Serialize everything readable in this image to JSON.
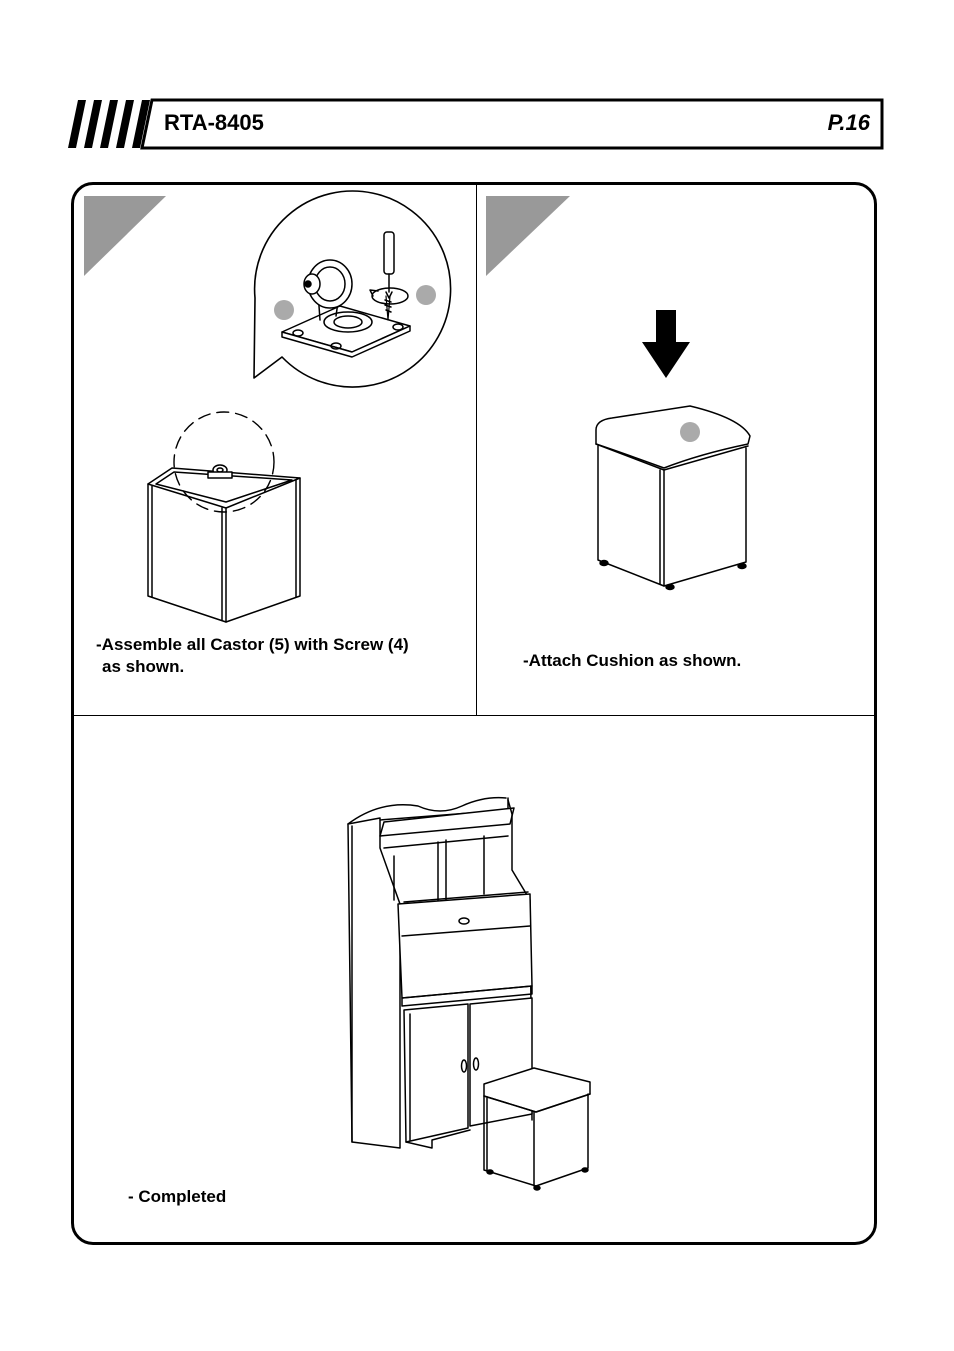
{
  "header": {
    "model": "RTA-8405",
    "page": "P.16"
  },
  "steps": [
    {
      "icons": [
        "castor-icon",
        "screw-icon",
        "screwdriver-icon"
      ],
      "caption_line1": "-Assemble all Castor (5) with Screw (4)",
      "caption_line2": "as shown."
    },
    {
      "icons": [
        "down-arrow-icon",
        "cushion-stool-icon"
      ],
      "caption": "-Attach Cushion as shown."
    }
  ],
  "completed": {
    "icons": [
      "desk-cabinet-icon",
      "stool-icon"
    ],
    "caption": "- Completed"
  },
  "colors": {
    "line": "#000000",
    "step_marker": "#999999",
    "part_marker": "#aaaaaa"
  }
}
